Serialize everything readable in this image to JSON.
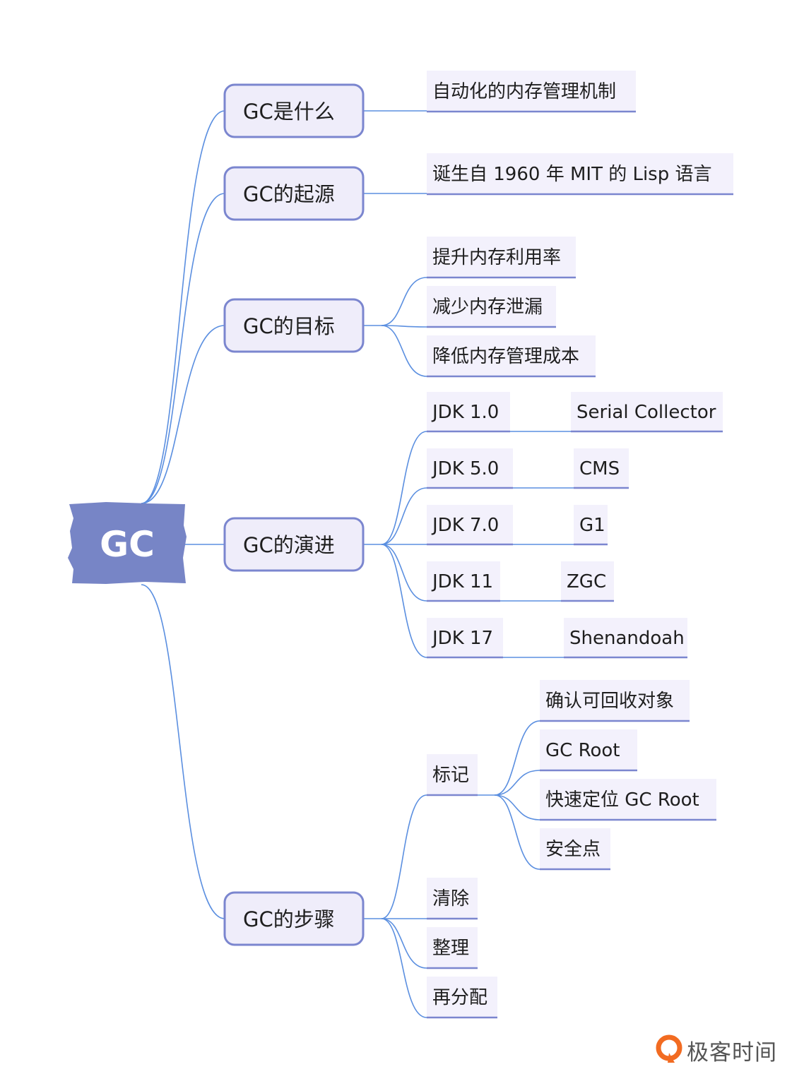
{
  "colors": {
    "root_fill": "#7785c6",
    "topic_fill": "#efedfa",
    "topic_border": "#7b86cf",
    "connector": "#5b8fe0",
    "leaf_fill": "#f3f1fc",
    "leaf_underline": "#7b86cf",
    "brand_orange": "#f26b21"
  },
  "root": {
    "label": "GC"
  },
  "topics": [
    {
      "label": "GC是什么",
      "children": [
        {
          "label": "自动化的内存管理机制"
        }
      ]
    },
    {
      "label": "GC的起源",
      "children": [
        {
          "label": "诞生自 1960 年 MIT 的 Lisp 语言"
        }
      ]
    },
    {
      "label": "GC的目标",
      "children": [
        {
          "label": "提升内存利用率"
        },
        {
          "label": "减少内存泄漏"
        },
        {
          "label": "降低内存管理成本"
        }
      ]
    },
    {
      "label": "GC的演进",
      "children": [
        {
          "label": "JDK 1.0",
          "children": [
            {
              "label": "Serial Collector"
            }
          ]
        },
        {
          "label": "JDK 5.0",
          "children": [
            {
              "label": "CMS"
            }
          ]
        },
        {
          "label": "JDK 7.0",
          "children": [
            {
              "label": "G1"
            }
          ]
        },
        {
          "label": "JDK 11",
          "children": [
            {
              "label": "ZGC"
            }
          ]
        },
        {
          "label": "JDK 17",
          "children": [
            {
              "label": "Shenandoah"
            }
          ]
        }
      ]
    },
    {
      "label": "GC的步骤",
      "children": [
        {
          "label": "标记",
          "children": [
            {
              "label": "确认可回收对象"
            },
            {
              "label": "GC  Root"
            },
            {
              "label": "快速定位 GC Root"
            },
            {
              "label": "安全点"
            }
          ]
        },
        {
          "label": "清除"
        },
        {
          "label": "整理"
        },
        {
          "label": "再分配"
        }
      ]
    }
  ],
  "brand": {
    "name": "极客时间",
    "icon": "geektime-logo-icon"
  }
}
